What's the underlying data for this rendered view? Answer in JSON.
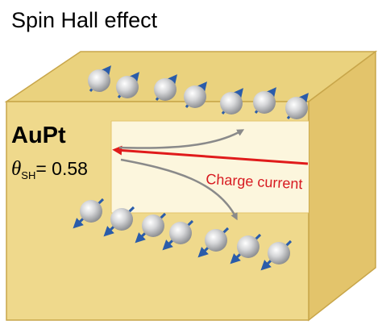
{
  "title": "Spin Hall effect",
  "material": "AuPt",
  "angle": {
    "symbol": "θ",
    "subscript": "SH",
    "value": "= 0.58"
  },
  "current_label": "Charge current",
  "colors": {
    "box_front": "#efd98c",
    "box_top": "#ead27e",
    "box_side": "#e3c46b",
    "box_edge": "#c8a64a",
    "channel": "#fcf6dd",
    "charge_current": "#e01b1b",
    "electron_path": "#8a8a8a",
    "spin_arrow": "#2a5caa",
    "electron": "#cfd0d2"
  },
  "icons": {
    "electron": "sphere-icon",
    "spin": "arrow-icon"
  }
}
